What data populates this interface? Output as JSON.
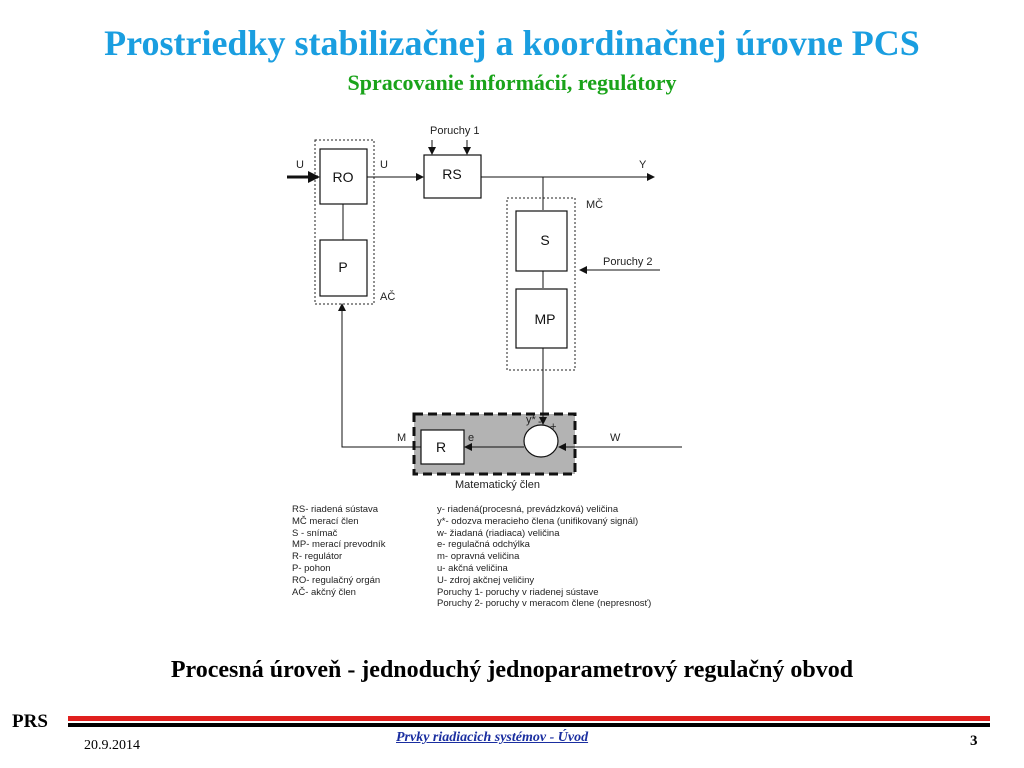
{
  "slide": {
    "title": "Prostriedky stabilizačnej a koordinačnej úrovne PCS",
    "subtitle": "Spracovanie informácií, regulátory",
    "caption": "Procesná úroveň - jednoduchý jednoparametrový regulačný obvod"
  },
  "diagram": {
    "blocks": {
      "ro": "RO",
      "rs": "RS",
      "p": "P",
      "s": "S",
      "mp": "MP",
      "r": "R"
    },
    "labels": {
      "poruchy1": "Poruchy 1",
      "poruchy2": "Poruchy 2",
      "u_in": "U",
      "u_small": "U",
      "y": "Y",
      "mc": "MČ",
      "ac": "AČ",
      "m": "M",
      "e": "e",
      "w": "W",
      "ystar": "y*",
      "minus": "-",
      "plus": "+",
      "matematicky": "Matematický člen"
    },
    "legend_left": [
      "RS- riadená sústava",
      "MČ  merací člen",
      "S   - snímač",
      "MP- merací prevodník",
      "R-    regulátor",
      "P-    pohon",
      "RO- regulačný orgán",
      "AČ- akčný člen"
    ],
    "legend_right": [
      "y-  riadená(procesná, prevádzková) veličina",
      "y*- odozva meracieho člena (unifikovaný signál)",
      "w-  žiadaná (riadiaca) veličina",
      "e-  regulačná odchýlka",
      "m- opravná veličina",
      "u-  akčná veličina",
      "U- zdroj akčnej veličiny",
      "Poruchy 1- poruchy v riadenej sústave",
      "Poruchy 2- poruchy v meracom člene (nepresnosť)"
    ]
  },
  "footer": {
    "brand": "PRS",
    "date": "20.9.2014",
    "center": "Prvky riadiacich systémov - Úvod",
    "page": "3"
  },
  "colors": {
    "title": "#1a9ee0",
    "subtitle": "#1aa31a",
    "footer_red": "#e0201e",
    "footer_center": "#1a2ea0",
    "math_block_fill": "#b3b3b3"
  }
}
